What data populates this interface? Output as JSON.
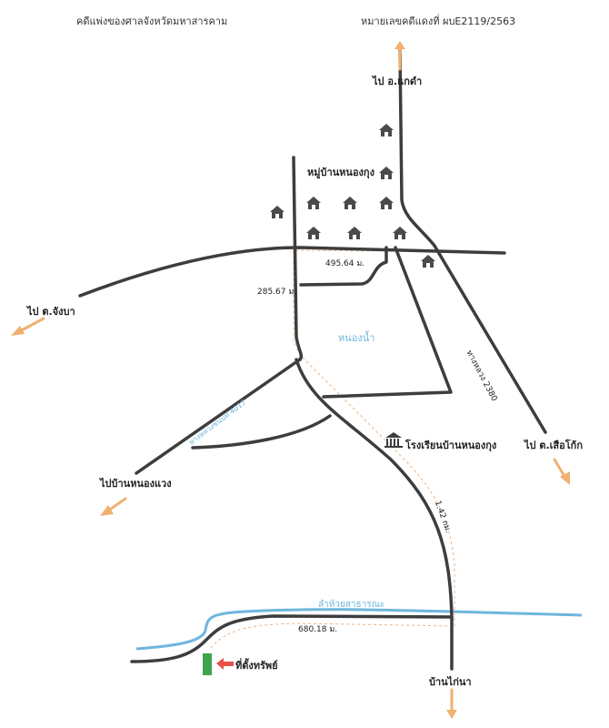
{
  "header": {
    "court": "คดีแพ่งของศาลจังหวัดมหาสารคาม",
    "case_number": "หมายเลขคดีแดงที่ ผบE2119/2563"
  },
  "directions": {
    "north": "ไป อ.แกดำ",
    "west": "ไป ต.จังบา",
    "southeast": "ไป ต.เสือโก้ก",
    "southwest": "ไปบ้านหนองแวง",
    "south": "บ้านไก่นา"
  },
  "places": {
    "village": "หมู่บ้านหนองกุง",
    "pond": "หนองน้ำ",
    "school": "โรงเรียนบ้านหนองกุง",
    "property": "ที่ตั้งทรัพย์",
    "creek": "ลำห้วยสาธารณะ",
    "highway_2380": "ทางหลวง 2380",
    "rural_road_4017": "ทางหลวงชนบท 4017"
  },
  "distances": {
    "d1": "495.64 ม.",
    "d2": "285.67 ม.",
    "d3": "1.42 กม.",
    "d4": "680.18 ม."
  },
  "colors": {
    "road": "#3d3d3d",
    "river": "#6fb6dd",
    "arrow": "#f0b070",
    "property": "#3fa34d",
    "pointer": "#e8524a",
    "route": "#e8b48a"
  }
}
